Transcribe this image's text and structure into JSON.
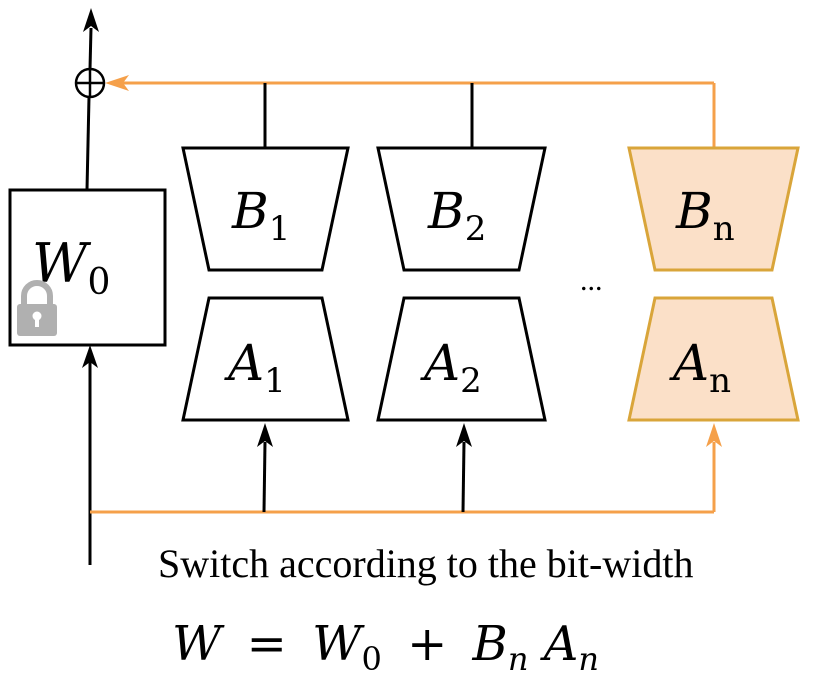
{
  "frozen_weight": {
    "symbol": "W",
    "subscript": "0"
  },
  "adapters": [
    {
      "b": {
        "symbol": "B",
        "subscript": "1"
      },
      "a": {
        "symbol": "A",
        "subscript": "1"
      },
      "highlighted": false
    },
    {
      "b": {
        "symbol": "B",
        "subscript": "2"
      },
      "a": {
        "symbol": "A",
        "subscript": "2"
      },
      "highlighted": false
    },
    {
      "b": {
        "symbol": "B",
        "subscript": "n"
      },
      "a": {
        "symbol": "A",
        "subscript": "n"
      },
      "highlighted": true
    }
  ],
  "ellipsis": "...",
  "plus_symbol": "⊕",
  "caption": "Switch according to the bit-width",
  "equation": {
    "lhs": "W",
    "equals": "=",
    "w": "W",
    "w_sub": "0",
    "plus": "+",
    "b": "B",
    "b_sub": "n",
    "a": "A",
    "a_sub": "n"
  },
  "icons": {
    "frozen": "lock-icon"
  },
  "colors": {
    "line": "#000000",
    "switch_path": "#F5A04A",
    "highlight_fill": "#FBE0C8",
    "highlight_stroke": "#D9A53A",
    "lock": "#B0B0B0"
  }
}
